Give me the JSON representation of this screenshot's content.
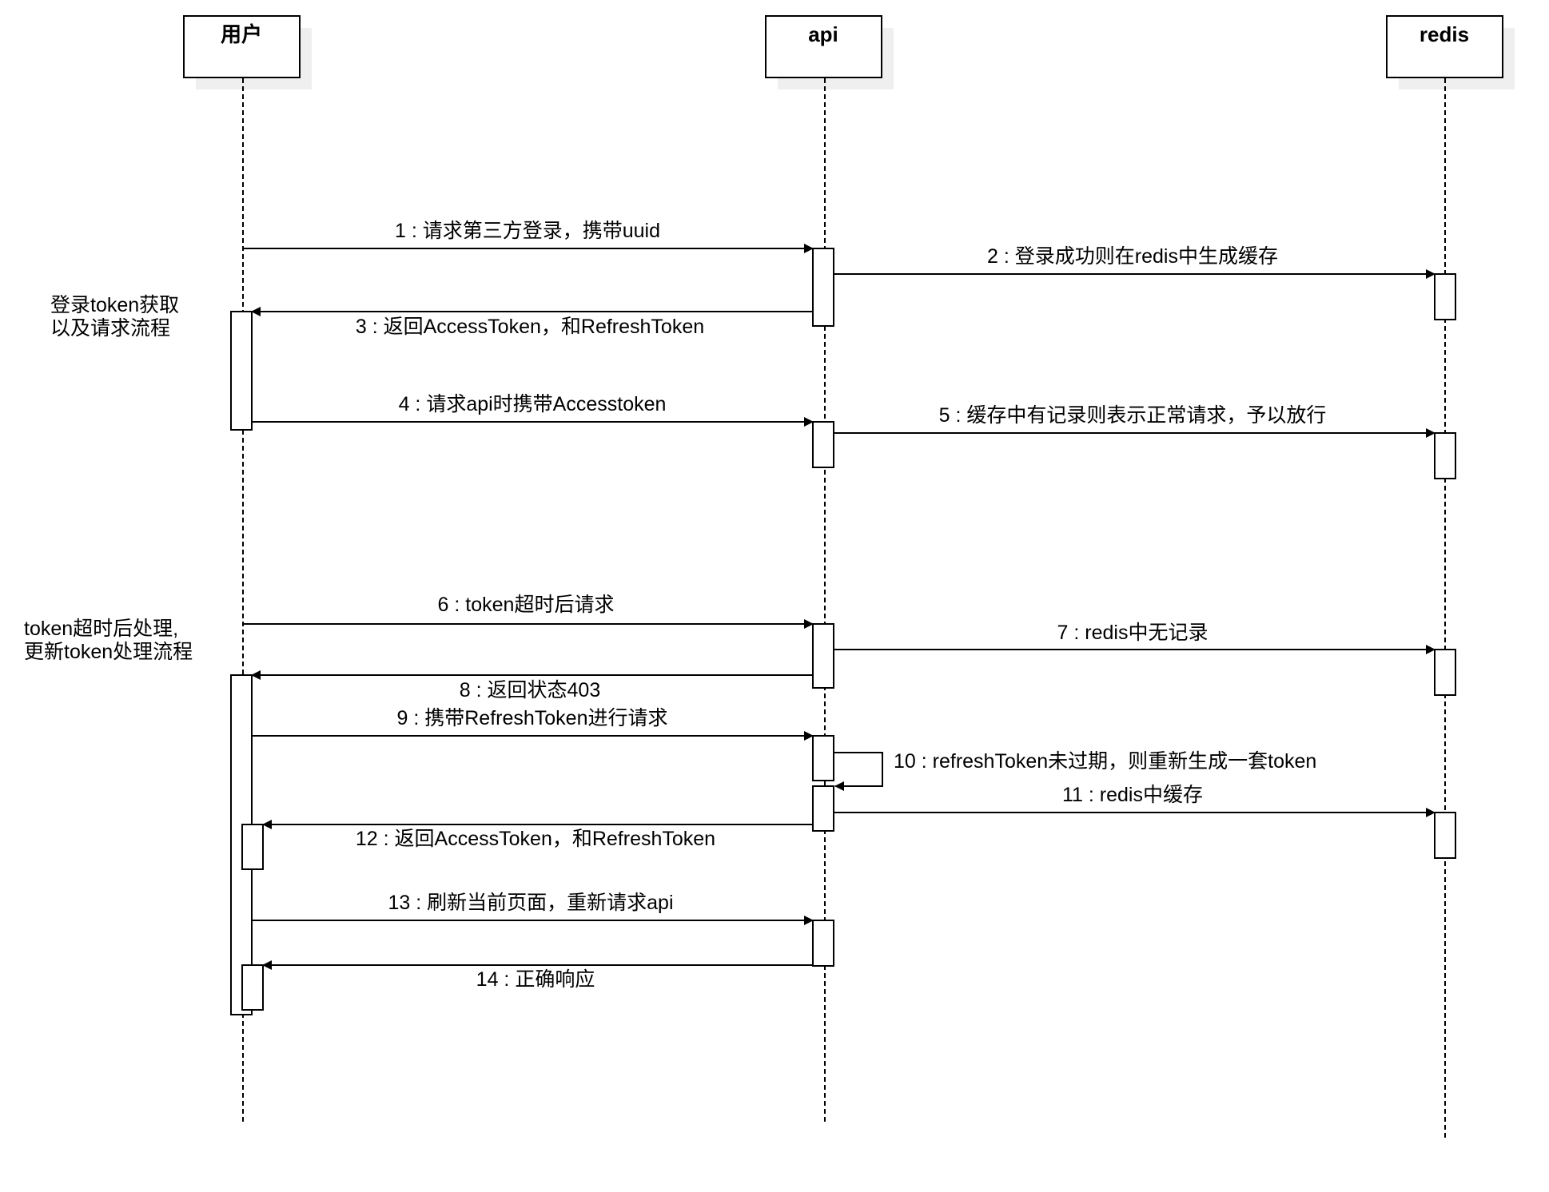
{
  "participants": [
    {
      "id": "user",
      "label": "用户"
    },
    {
      "id": "api",
      "label": "api"
    },
    {
      "id": "redis",
      "label": "redis"
    }
  ],
  "notes": [
    {
      "lines": [
        "登录token获取",
        "以及请求流程"
      ]
    },
    {
      "lines": [
        "token超时后处理,",
        "更新token处理流程"
      ]
    }
  ],
  "messages": [
    {
      "from": "user",
      "to": "api",
      "label": "1 : 请求第三方登录，携带uuid"
    },
    {
      "from": "api",
      "to": "redis",
      "label": "2 : 登录成功则在redis中生成缓存"
    },
    {
      "from": "api",
      "to": "user",
      "label": "3 : 返回AccessToken，和RefreshToken"
    },
    {
      "from": "user",
      "to": "api",
      "label": "4 : 请求api时携带Accesstoken"
    },
    {
      "from": "api",
      "to": "redis",
      "label": "5 : 缓存中有记录则表示正常请求，予以放行"
    },
    {
      "from": "user",
      "to": "api",
      "label": "6 : token超时后请求"
    },
    {
      "from": "api",
      "to": "redis",
      "label": "7 : redis中无记录"
    },
    {
      "from": "api",
      "to": "user",
      "label": "8 : 返回状态403"
    },
    {
      "from": "user",
      "to": "api",
      "label": "9 : 携带RefreshToken进行请求"
    },
    {
      "from": "api",
      "to": "api",
      "label": "10 : refreshToken未过期，则重新生成一套token"
    },
    {
      "from": "api",
      "to": "redis",
      "label": "11 : redis中缓存"
    },
    {
      "from": "api",
      "to": "user",
      "label": "12 : 返回AccessToken，和RefreshToken"
    },
    {
      "from": "user",
      "to": "api",
      "label": "13 : 刷新当前页面，重新请求api"
    },
    {
      "from": "api",
      "to": "user",
      "label": "14 : 正确响应"
    }
  ]
}
